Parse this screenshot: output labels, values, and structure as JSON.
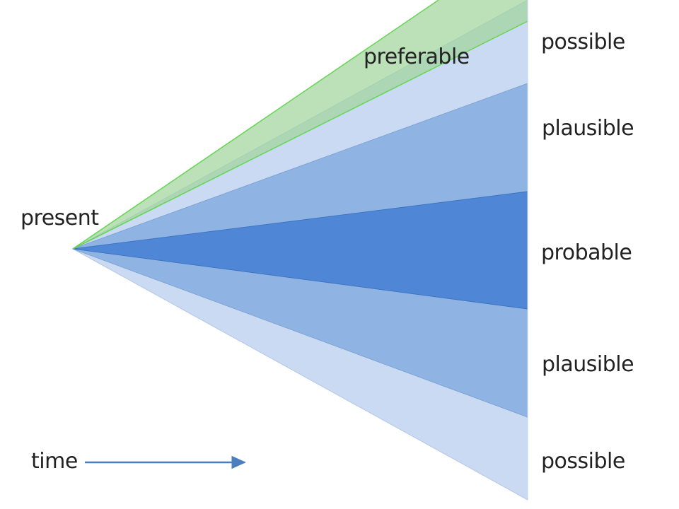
{
  "diagram": {
    "origin_label": "present",
    "preferred_label": "preferable",
    "cones": [
      {
        "label": "possible",
        "position": "top",
        "color": "#c9daf2"
      },
      {
        "label": "plausible",
        "position": "top",
        "color": "#8fb4e3"
      },
      {
        "label": "probable",
        "position": "middle",
        "color": "#4f86d6"
      },
      {
        "label": "plausible",
        "position": "bottom",
        "color": "#8fb4e3"
      },
      {
        "label": "possible",
        "position": "bottom",
        "color": "#c9daf2"
      }
    ],
    "preferable_color": "#b9e0b0",
    "preferable_edge_color": "#66d455",
    "time_label": "time",
    "time_arrow_color": "#4a7ebf"
  }
}
